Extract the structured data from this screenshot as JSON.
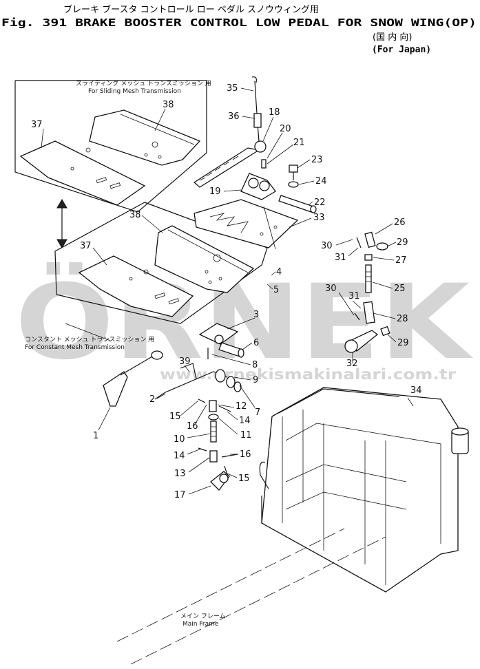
{
  "title": {
    "jp": "ブレーキ ブースタ コントロール ロー ペダル スノウウィング用",
    "en": "Fig. 391 BRAKE BOOSTER CONTROL LOW PEDAL FOR SNOW WING(OP)",
    "region_jp": "(国 内 向)",
    "region_en": "(For Japan)"
  },
  "notes": {
    "sliding_jp": "スライディング メッシュ トランスミッション 用",
    "sliding_en": "For Sliding Mesh Transmission",
    "constant_jp": "コンスタント メッシュ トランスミッション 用",
    "constant_en": "For Constant Mesh Transmission",
    "frame_jp": "メイン フレーム",
    "frame_en": "Main Frame"
  },
  "watermark": {
    "brand": "ÖRNEK",
    "url": "www.ornekismakinalari.com.tr"
  },
  "callouts": [
    {
      "id": "c35",
      "text": "35"
    },
    {
      "id": "c36",
      "text": "36"
    },
    {
      "id": "c18",
      "text": "18"
    },
    {
      "id": "c20",
      "text": "20"
    },
    {
      "id": "c21",
      "text": "21"
    },
    {
      "id": "c23",
      "text": "23"
    },
    {
      "id": "c24",
      "text": "24"
    },
    {
      "id": "c19",
      "text": "19"
    },
    {
      "id": "c22",
      "text": "22"
    },
    {
      "id": "c33",
      "text": "33"
    },
    {
      "id": "c38a",
      "text": "38"
    },
    {
      "id": "c37a",
      "text": "37"
    },
    {
      "id": "c38b",
      "text": "38"
    },
    {
      "id": "c37b",
      "text": "37"
    },
    {
      "id": "c26",
      "text": "26"
    },
    {
      "id": "c30a",
      "text": "30"
    },
    {
      "id": "c29a",
      "text": "29"
    },
    {
      "id": "c31a",
      "text": "31"
    },
    {
      "id": "c27",
      "text": "27"
    },
    {
      "id": "c4",
      "text": "4"
    },
    {
      "id": "c5",
      "text": "5"
    },
    {
      "id": "c25",
      "text": "25"
    },
    {
      "id": "c30b",
      "text": "30"
    },
    {
      "id": "c31b",
      "text": "31"
    },
    {
      "id": "c28",
      "text": "28"
    },
    {
      "id": "c3",
      "text": "3"
    },
    {
      "id": "c29b",
      "text": "29"
    },
    {
      "id": "c6",
      "text": "6"
    },
    {
      "id": "c8",
      "text": "8"
    },
    {
      "id": "c32",
      "text": "32"
    },
    {
      "id": "c39",
      "text": "39"
    },
    {
      "id": "c9",
      "text": "9"
    },
    {
      "id": "c2",
      "text": "2"
    },
    {
      "id": "c12",
      "text": "12"
    },
    {
      "id": "c7",
      "text": "7"
    },
    {
      "id": "c15a",
      "text": "15"
    },
    {
      "id": "c16a",
      "text": "16"
    },
    {
      "id": "c14a",
      "text": "14"
    },
    {
      "id": "c1",
      "text": "1"
    },
    {
      "id": "c11",
      "text": "11"
    },
    {
      "id": "c34",
      "text": "34"
    },
    {
      "id": "c10",
      "text": "10"
    },
    {
      "id": "c14b",
      "text": "14"
    },
    {
      "id": "c16b",
      "text": "16"
    },
    {
      "id": "c13",
      "text": "13"
    },
    {
      "id": "c15b",
      "text": "15"
    },
    {
      "id": "c17",
      "text": "17"
    }
  ]
}
